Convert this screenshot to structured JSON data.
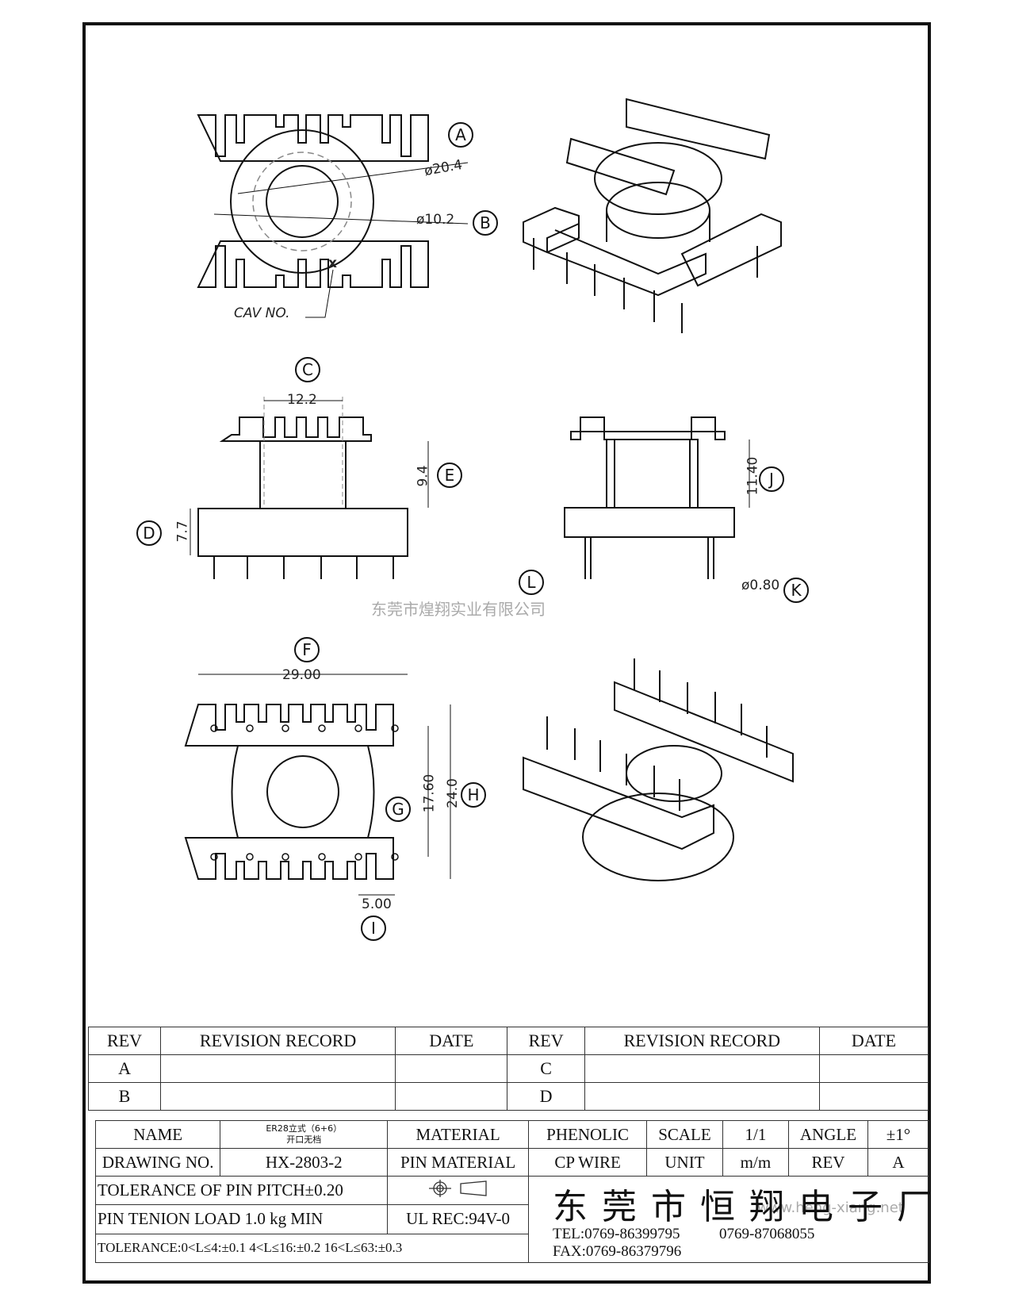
{
  "callouts": [
    "A",
    "B",
    "C",
    "D",
    "E",
    "F",
    "G",
    "H",
    "I",
    "J",
    "K",
    "L"
  ],
  "dimensions": {
    "outer_dia": "ø20.4",
    "inner_dia": "ø10.2",
    "cav_no": "CAV NO.",
    "cav_mark": "x",
    "core_width": "12.2",
    "core_height": "9.4",
    "base_height": "7.7",
    "side_height": "11.40",
    "pin_dia": "ø0.80",
    "overall_width": "29.00",
    "inner_span": "17.60",
    "overall_depth": "24.0",
    "pin_pitch": "5.00"
  },
  "watermark_company": "东莞市煌翔实业有限公司",
  "watermark_url": "www.heng-xiang.net",
  "revision_table": {
    "headers": [
      "REV",
      "REVISION RECORD",
      "DATE",
      "REV",
      "REVISION RECORD",
      "DATE"
    ],
    "rows": [
      [
        "A",
        "",
        "",
        "C",
        "",
        ""
      ],
      [
        "B",
        "",
        "",
        "D",
        "",
        ""
      ]
    ]
  },
  "title_block": {
    "name_label": "NAME",
    "name_value_line1": "ER28立式（6+6）",
    "name_value_line2": "开口无档",
    "material_label": "MATERIAL",
    "material_value": "PHENOLIC",
    "scale_label": "SCALE",
    "scale_value": "1/1",
    "angle_label": "ANGLE",
    "angle_value": "±1°",
    "drawing_no_label": "DRAWING NO.",
    "drawing_no_value": "HX-2803-2",
    "pin_material_label": "PIN MATERIAL",
    "pin_material_value": "CP WIRE",
    "unit_label": "UNIT",
    "unit_value": "m/m",
    "rev_label": "REV",
    "rev_value": "A",
    "pin_pitch_tol": "TOLERANCE OF PIN PITCH±0.20",
    "pin_tension": "PIN TENION LOAD  1.0 kg MIN",
    "ul_rec": "UL REC:94V-0",
    "tolerance_line": "TOLERANCE:0<L≤4:±0.1  4<L≤16:±0.2  16<L≤63:±0.3",
    "company": "东莞市恒翔电子厂",
    "tel": "TEL:0769-86399795",
    "tel2": "0769-87068055",
    "fax": "FAX:0769-86379796"
  }
}
